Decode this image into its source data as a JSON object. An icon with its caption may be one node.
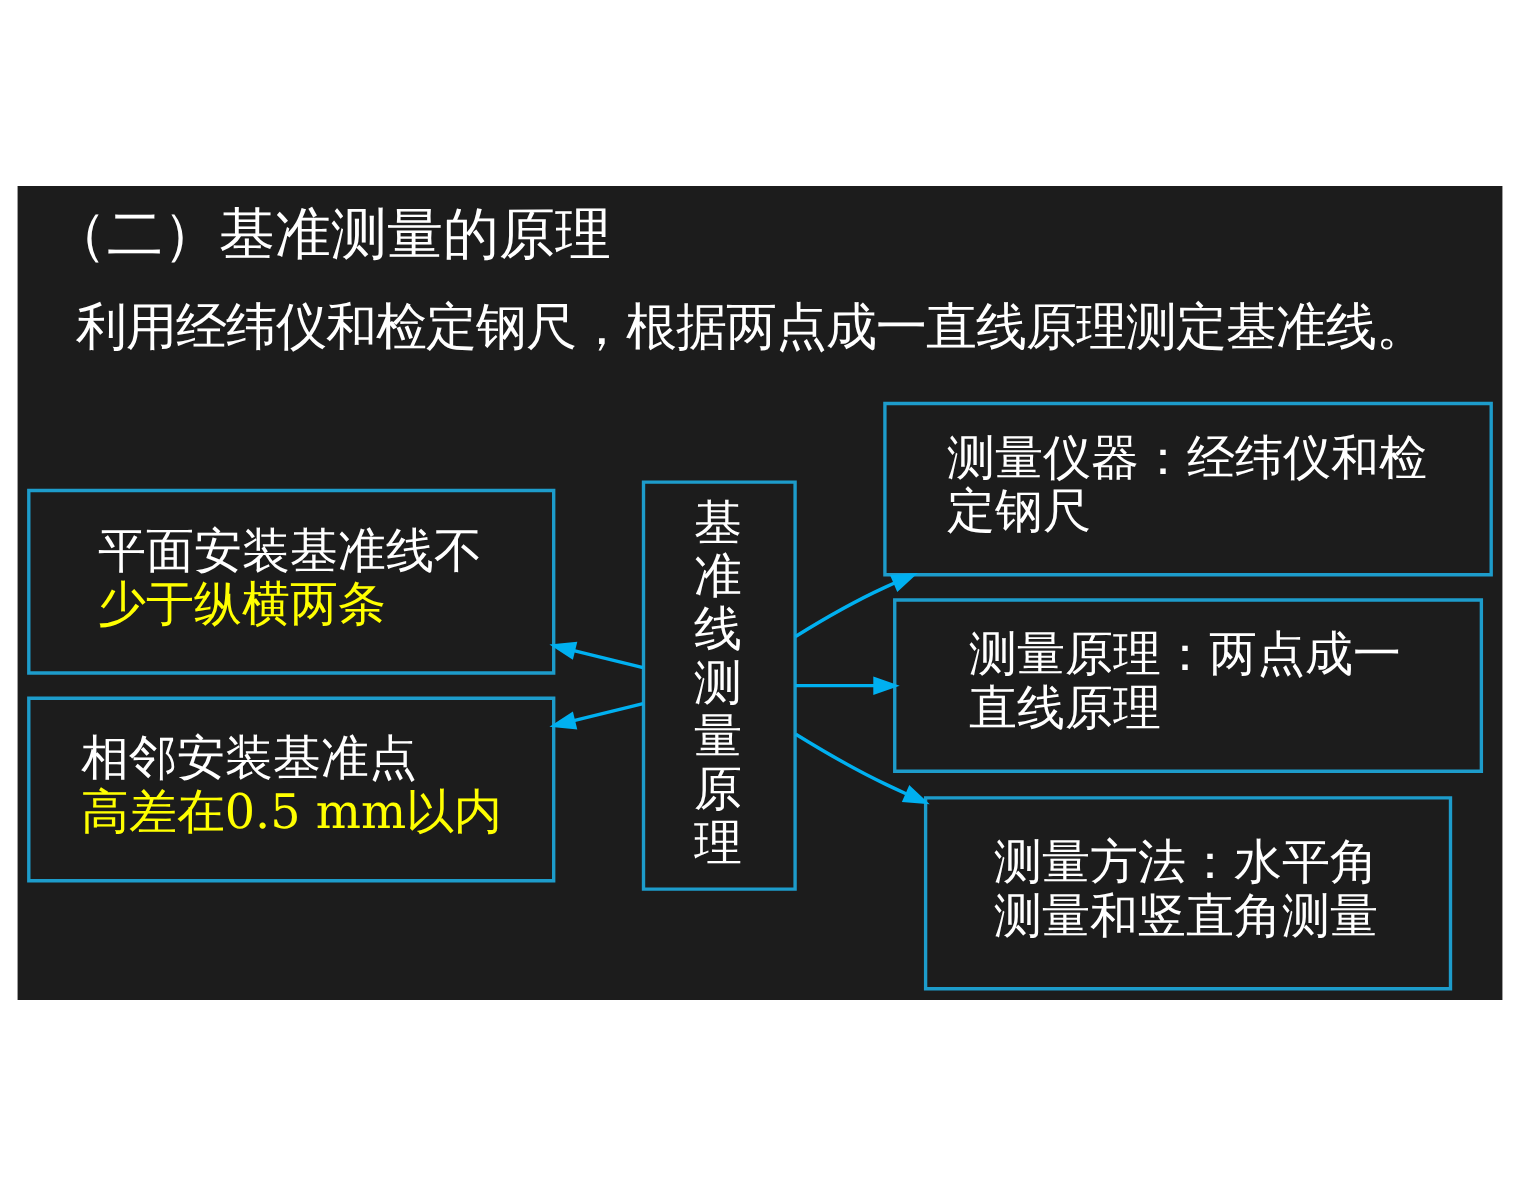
{
  "diagram": {
    "title": "（二）基准测量的原理",
    "nodes": [
      {
        "text": [
          "平面安装基准线不",
          "少于纵横两条"
        ]
      },
      {
        "text": [
          "相邻安装基准点",
          "高差在0.5 mm以内"
        ]
      },
      {
        "text": [
          "基准线测量原理"
        ]
      },
      {
        "text": [
          "测量仪器：经纬仪和检定钢尺"
        ]
      },
      {
        "text": [
          "测量原理：两点成一直线原理"
        ]
      },
      {
        "text": [
          "测量方法：水平角测量和竖直角测量"
        ]
      }
    ],
    "edges": [
      {
        "from": 2,
        "to": 0,
        "arrow": "to"
      },
      {
        "from": 2,
        "to": 1,
        "arrow": "to"
      },
      {
        "from": 2,
        "to": 3,
        "arrow": "to"
      },
      {
        "from": 2,
        "to": 4,
        "arrow": "to"
      },
      {
        "from": 2,
        "to": 5,
        "arrow": "to"
      }
    ],
    "labels": [
      "利用经纬仪和检定钢尺，根据两点成一直线原理测定基准线。"
    ]
  }
}
